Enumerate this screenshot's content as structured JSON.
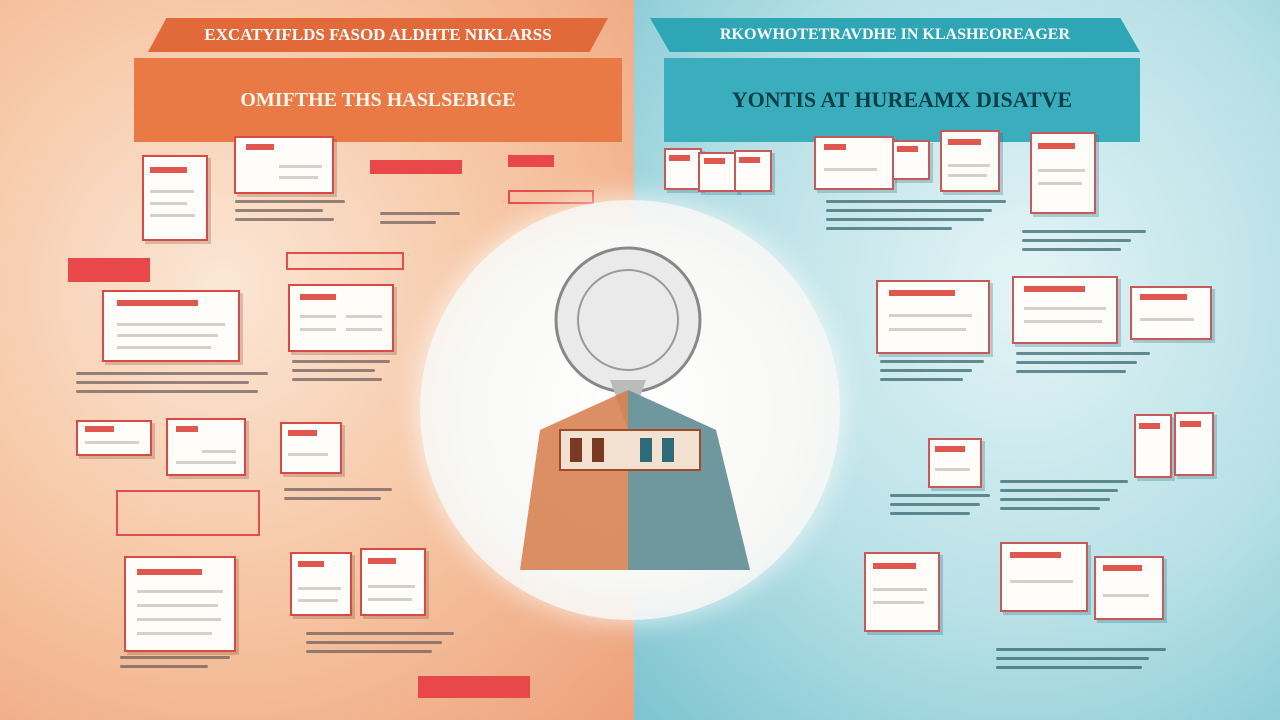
{
  "banners": {
    "left": {
      "top": "EXCATYIFLDS FASOD ALDHTE NIKLARSS",
      "bottom": "OMIFTHE THS HASLSEBIGE"
    },
    "right": {
      "top": "RKOWHOTETRAVDHE IN KLASHEOREAGER",
      "bottom": "YONTIS AT HUREAMX DISATVE"
    }
  },
  "colors": {
    "left_accent": "#e97a46",
    "right_accent": "#3aaebd",
    "document_red": "#e8484a"
  }
}
